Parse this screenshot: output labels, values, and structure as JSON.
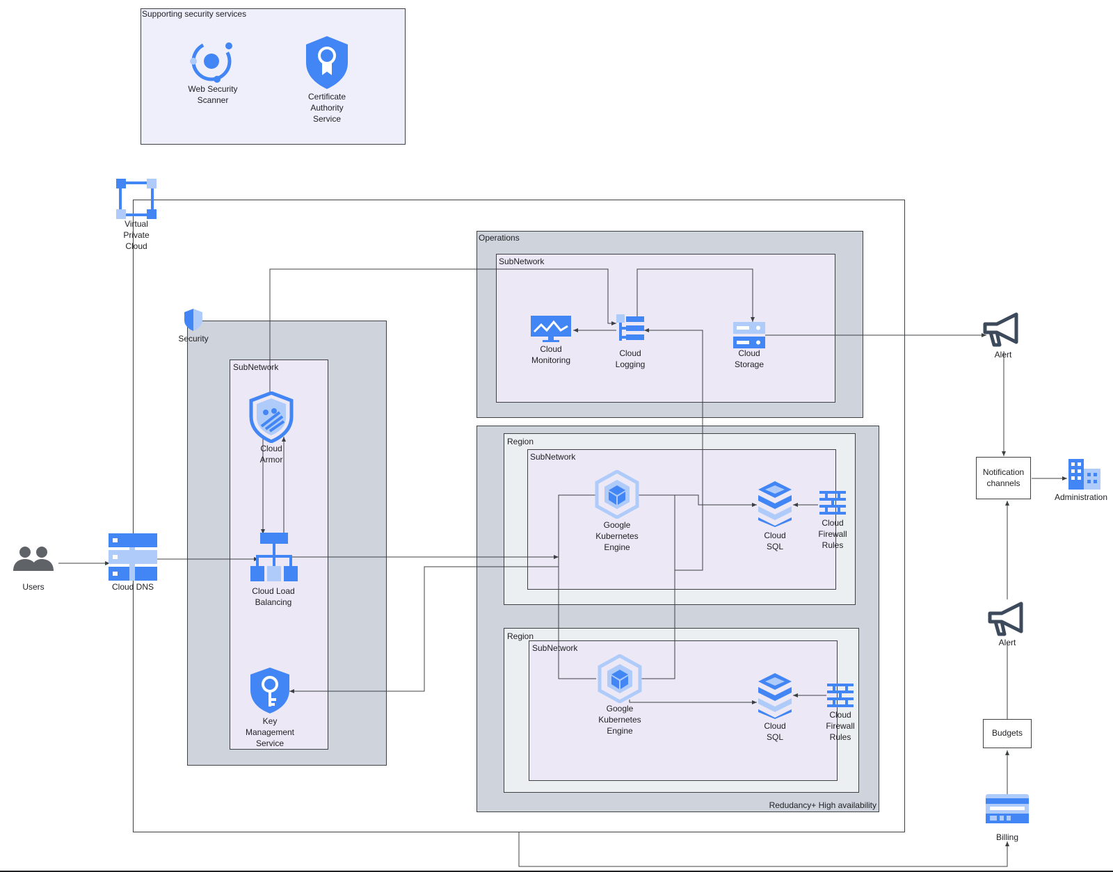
{
  "groups": {
    "supporting": "Supporting security services",
    "operations": "Operations",
    "ops_subnet": "SubNetwork",
    "security": "Security",
    "sec_subnet": "SubNetwork",
    "region1": "Region",
    "region1_subnet": "SubNetwork",
    "region2": "Region",
    "region2_subnet": "SubNetwork",
    "ha": "Redudancy+ High availability"
  },
  "nodes": {
    "web_security_scanner": "Web Security\nScanner",
    "certificate_authority": "Certificate\nAuthority\nService",
    "vpc": "Virtual\nPrivate\nCloud",
    "cloud_monitoring": "Cloud\nMonitoring",
    "cloud_logging": "Cloud\nLogging",
    "cloud_storage": "Cloud\nStorage",
    "alert_top": "Alert",
    "cloud_armor": "Cloud\nArmor",
    "cloud_load_balancing": "Cloud Load\nBalancing",
    "key_management": "Key\nManagement\nService",
    "users": "Users",
    "cloud_dns": "Cloud DNS",
    "gke_1": "Google\nKubernetes\nEngine",
    "cloud_sql_1": "Cloud\nSQL",
    "firewall_1": "Cloud\nFirewall\nRules",
    "gke_2": "Google\nKubernetes\nEngine",
    "cloud_sql_2": "Cloud\nSQL",
    "firewall_2": "Cloud\nFirewall\nRules",
    "notification_channels": "Notification\nchannels",
    "administration": "Administration",
    "alert_bottom": "Alert",
    "budgets": "Budgets",
    "billing": "Billing"
  },
  "colors": {
    "gcp_blue": "#4285f4",
    "gcp_light_blue": "#aecbfa",
    "dark_icon": "#3c4a5c",
    "gray_fill": "#cfd4dc",
    "lavender_fill": "#ede8f5",
    "light_fill": "#eceff1",
    "supporting_fill": "#efeffb"
  }
}
